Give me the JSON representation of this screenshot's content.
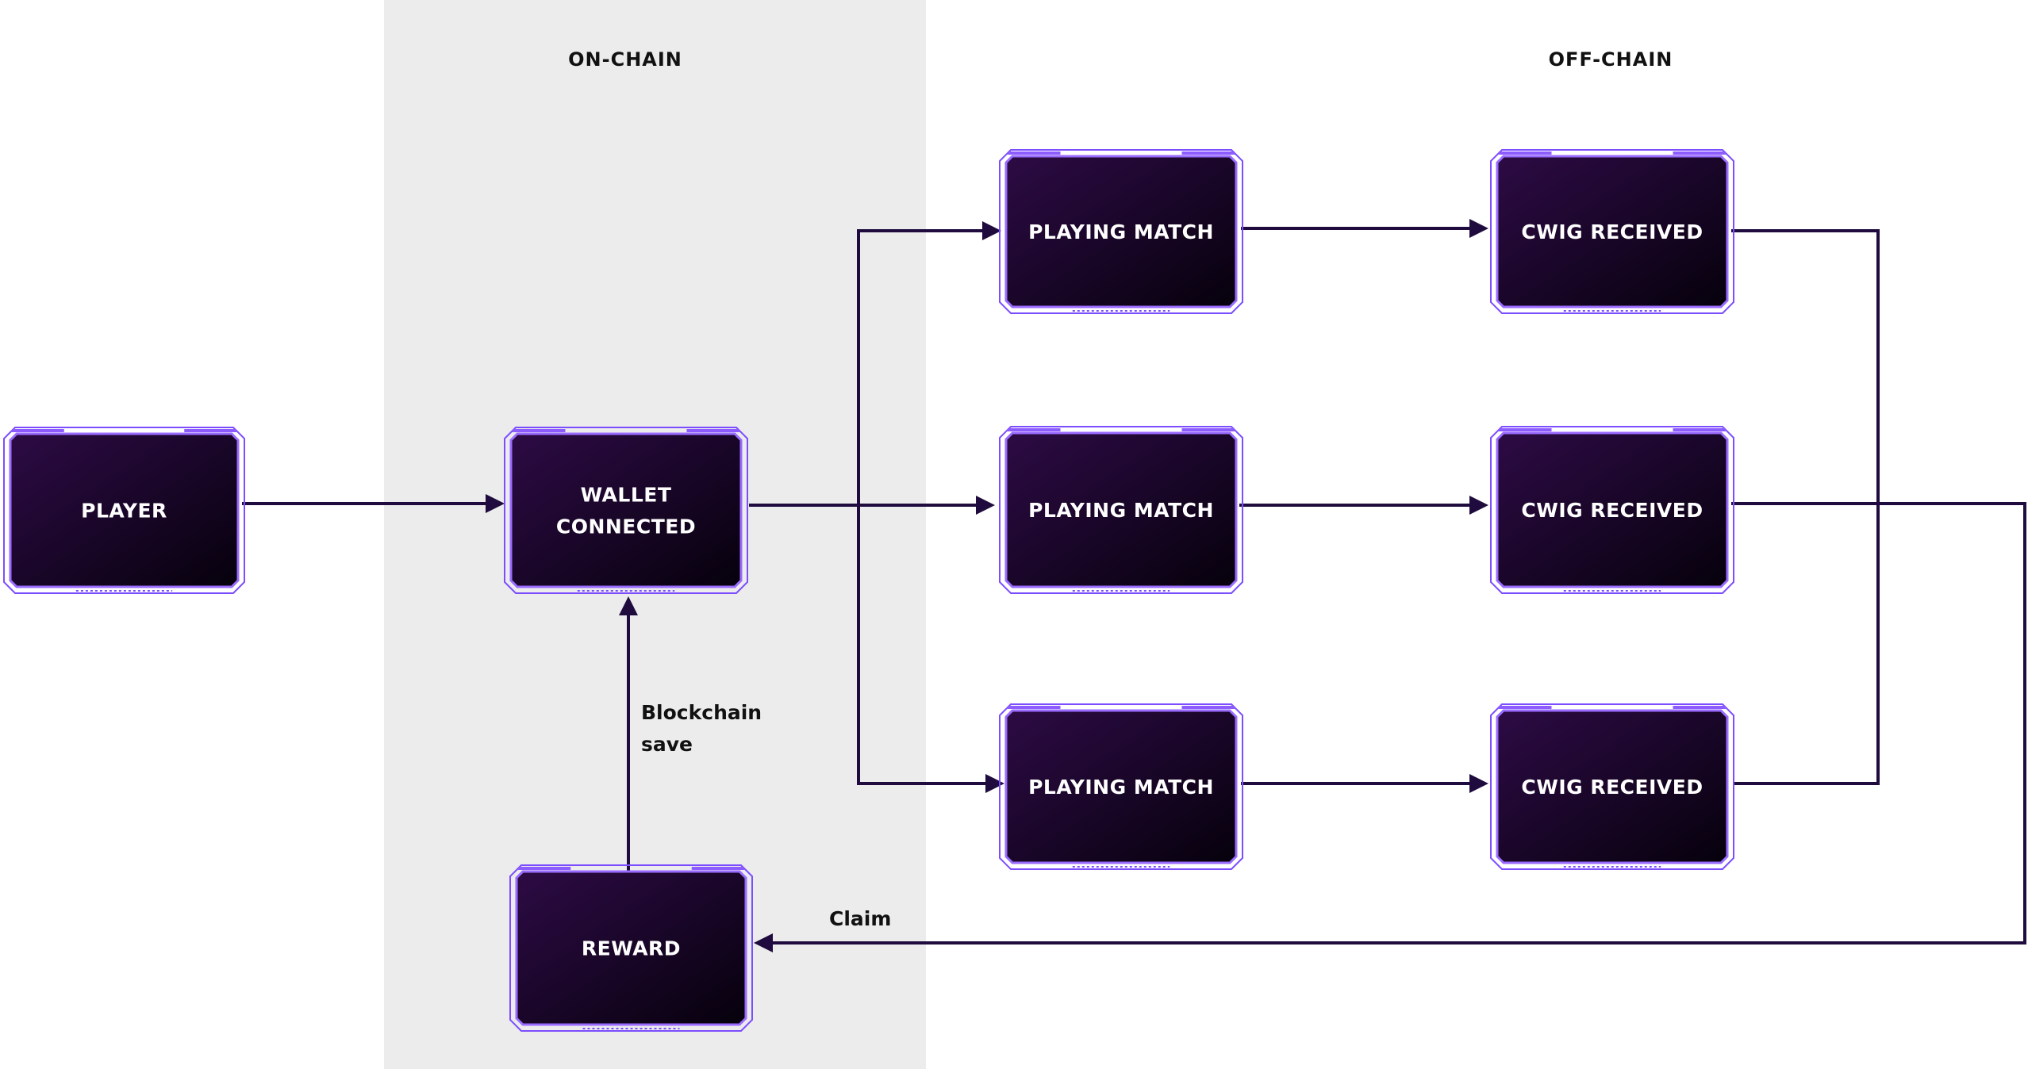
{
  "sections": {
    "on_chain": "ON-CHAIN",
    "off_chain": "OFF-CHAIN"
  },
  "nodes": {
    "player": "PLAYER",
    "wallet_line1": "WALLET",
    "wallet_line2": "CONNECTED",
    "match_1": "PLAYING MATCH",
    "match_2": "PLAYING MATCH",
    "match_3": "PLAYING MATCH",
    "cwig_1": "CWIG RECEIVED",
    "cwig_2": "CWIG RECEIVED",
    "cwig_3": "CWIG RECEIVED",
    "reward": "REWARD"
  },
  "edges": {
    "blockchain_line1": "Blockchain",
    "blockchain_line2": "save",
    "claim": "Claim"
  },
  "colors": {
    "node_fill_start": "#2a0a3f",
    "node_fill_end": "#07010d",
    "node_border": "#7c4dff",
    "connector": "#1f0b3d",
    "on_chain_band": "#ececec"
  }
}
